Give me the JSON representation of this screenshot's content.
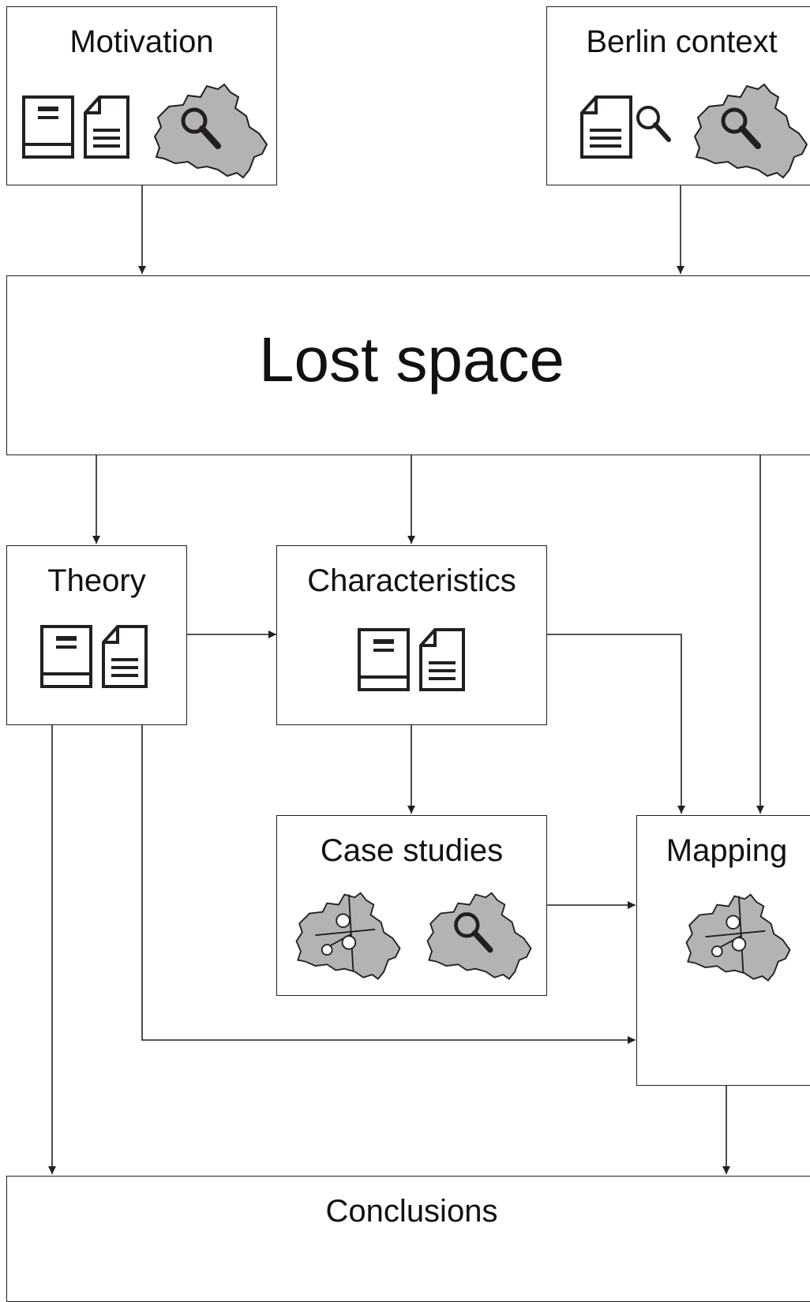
{
  "diagram": {
    "boxes": {
      "motivation": "Motivation",
      "berlin_context": "Berlin  context",
      "lost_space": "Lost space",
      "theory": "Theory",
      "characteristics": "Characteristics",
      "case_studies": "Case studies",
      "mapping": "Mapping",
      "conclusions": "Conclusions"
    },
    "icons": {
      "book": "book-icon",
      "document": "document-icon",
      "document_search": "document-search-icon",
      "map_search": "berlin-map-search-icon",
      "map_sites": "berlin-map-sites-icon"
    },
    "colors": {
      "stroke": "#231f20",
      "map_fill": "#b3b3b3",
      "background": "#ffffff"
    }
  }
}
